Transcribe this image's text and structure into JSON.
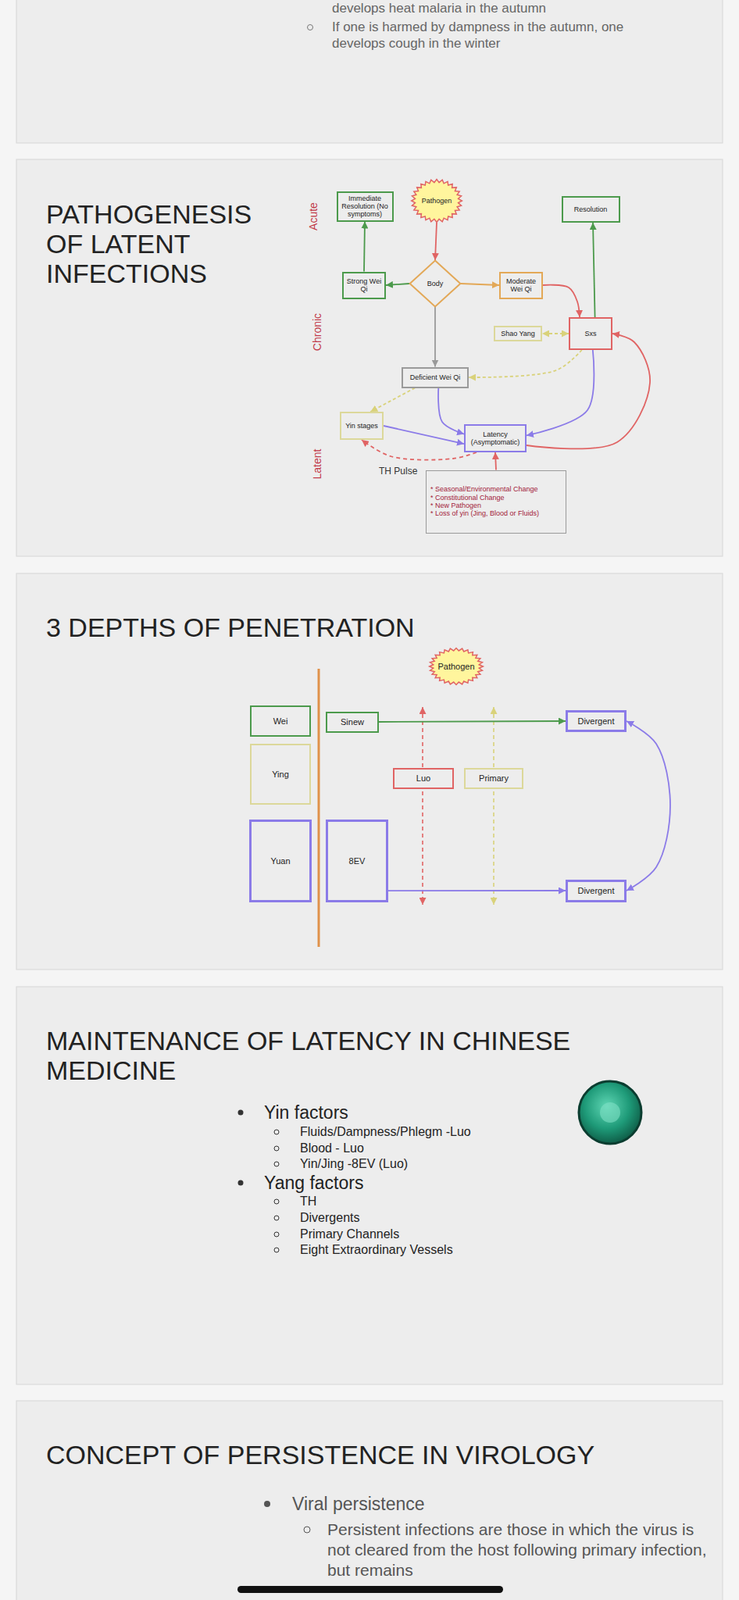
{
  "diagram": {
    "nodes": [
      {
        "text": [
          "develops heat malaria in the autumn",
          "If one is harmed by dampness in the autumn, one develops cough in the winter"
        ]
      },
      {
        "text": [
          "PATHOGENESIS OF LATENT INFECTIONS"
        ]
      },
      {
        "text": [
          "Immediate Resolution (No symptoms)"
        ],
        "in": 1
      },
      {
        "text": [
          "Pathogen"
        ],
        "in": 1
      },
      {
        "text": [
          "Resolution"
        ],
        "in": 1
      },
      {
        "text": [
          "Strong Wei Qi"
        ],
        "in": 1
      },
      {
        "text": [
          "Body"
        ],
        "in": 1
      },
      {
        "text": [
          "Moderate Wei Qi"
        ],
        "in": 1
      },
      {
        "text": [
          "Shao Yang"
        ],
        "in": 1
      },
      {
        "text": [
          "Sxs"
        ],
        "in": 1
      },
      {
        "text": [
          "Deficient Wei Qi"
        ],
        "in": 1
      },
      {
        "text": [
          "Yin stages"
        ],
        "in": 1
      },
      {
        "text": [
          "Latency (Asymptomatic)"
        ],
        "in": 1
      },
      {
        "text": [
          "* Seasonal/Environmental Change",
          "* Constitutional Change",
          "* New Pathogen",
          "* Loss of yin (Jing, Blood or Fluids)"
        ],
        "in": 1
      },
      {
        "text": [
          "3 DEPTHS OF PENETRATION"
        ]
      },
      {
        "text": [
          "Pathogen"
        ],
        "in": 14
      },
      {
        "text": [
          "Wei"
        ],
        "in": 14
      },
      {
        "text": [
          "Sinew"
        ],
        "in": 14
      },
      {
        "text": [
          "Divergent"
        ],
        "in": 14
      },
      {
        "text": [
          "Ying"
        ],
        "in": 14
      },
      {
        "text": [
          "Luo"
        ],
        "in": 14
      },
      {
        "text": [
          "Primary"
        ],
        "in": 14
      },
      {
        "text": [
          "Yuan"
        ],
        "in": 14
      },
      {
        "text": [
          "8EV"
        ],
        "in": 14
      },
      {
        "text": [
          "Divergent"
        ],
        "in": 14
      },
      {
        "text": [
          "MAINTENANCE OF LATENCY IN CHINESE MEDICINE",
          "Yin factors",
          "Fluids/Dampness/Phlegm -Luo",
          "Blood - Luo",
          "Yin/Jing -8EV (Luo)",
          "Yang factors",
          "TH",
          "Divergents",
          "Primary Channels",
          "Eight Extraordinary Vessels"
        ]
      },
      {
        "text": [
          "CONCEPT OF PERSISTENCE IN VIROLOGY",
          "Viral persistence",
          "Persistent infections are those in which the virus is not cleared from the host following primary infection, but remains"
        ]
      }
    ],
    "edges": [
      {
        "from": 3,
        "to": 6,
        "arrow": "to"
      },
      {
        "from": 6,
        "to": 5,
        "arrow": "to"
      },
      {
        "from": 5,
        "to": 2,
        "arrow": "to"
      },
      {
        "from": 6,
        "to": 7,
        "arrow": "to"
      },
      {
        "from": 7,
        "to": 9,
        "arrow": "to"
      },
      {
        "from": 9,
        "to": 4,
        "arrow": "to"
      },
      {
        "from": 9,
        "to": 8,
        "arrow": "both"
      },
      {
        "from": 6,
        "to": 10,
        "arrow": "to"
      },
      {
        "from": 9,
        "to": 10,
        "arrow": "to"
      },
      {
        "from": 10,
        "to": 11,
        "arrow": "to"
      },
      {
        "from": 10,
        "to": 12,
        "arrow": "to"
      },
      {
        "from": 11,
        "to": 12,
        "arrow": "to"
      },
      {
        "from": 9,
        "to": 12,
        "arrow": "to"
      },
      {
        "from": 12,
        "to": 9,
        "arrow": "to"
      },
      {
        "from": 12,
        "to": 11,
        "label": "TH Pulse",
        "arrow": "to"
      },
      {
        "from": 13,
        "to": 12,
        "arrow": "to"
      },
      {
        "from": 17,
        "to": 18,
        "arrow": "to"
      },
      {
        "from": 23,
        "to": 24,
        "arrow": "to"
      },
      {
        "from": 24,
        "to": 18,
        "arrow": "both"
      }
    ],
    "labels": [
      "Acute",
      "Chronic",
      "Latent"
    ]
  }
}
